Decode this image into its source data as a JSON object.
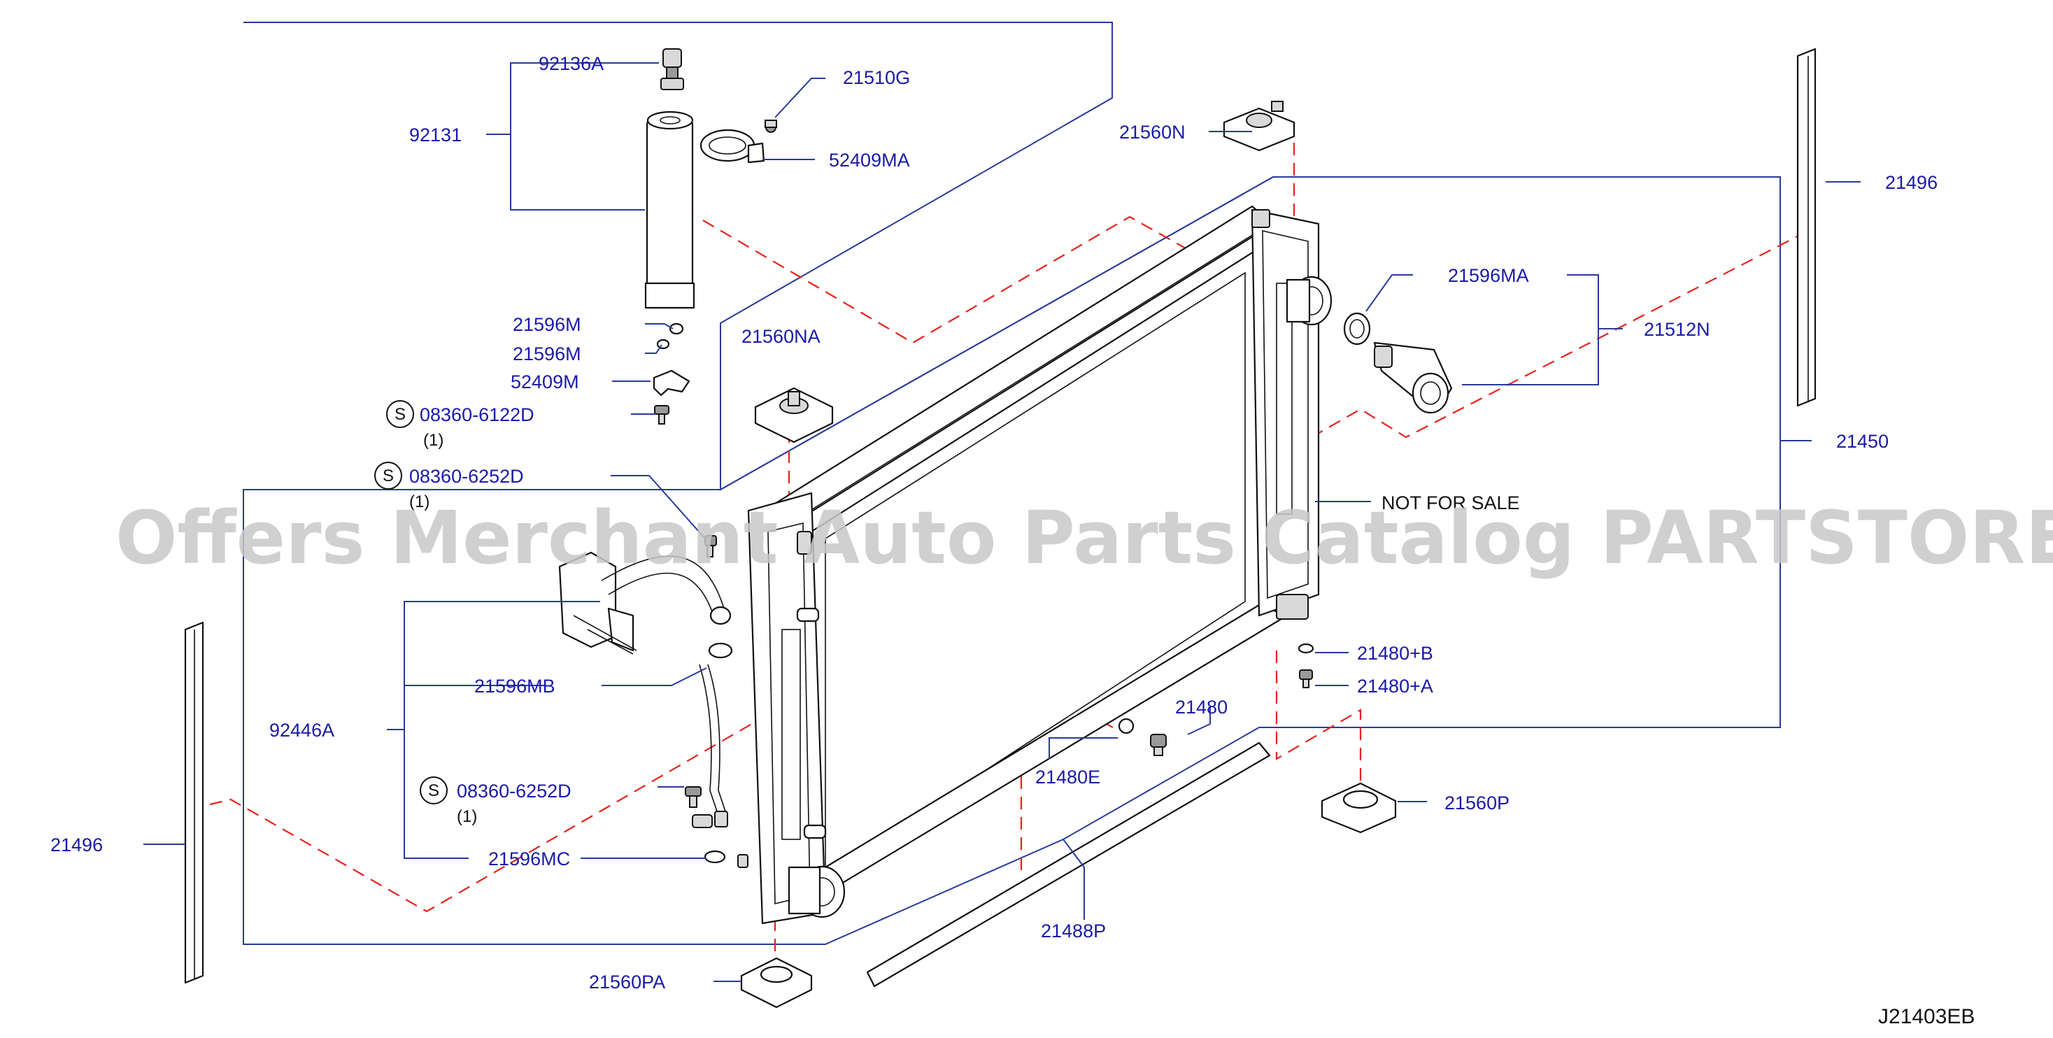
{
  "diagram": {
    "code": "J21403EB",
    "watermark": "Offers Merchant Auto Parts Catalog PARTSTORE.SA",
    "note": "NOT  FOR  SALE",
    "std_symbol": "S",
    "labels": {
      "p92136A": "92136A",
      "p21510G": "21510G",
      "p92131": "92131",
      "p52409MA": "52409MA",
      "p21560N": "21560N",
      "p21496_top": "21496",
      "p21596MA": "21596MA",
      "p21512N": "21512N",
      "p21596M_a": "21596M",
      "p21596M_b": "21596M",
      "p21560NA": "21560NA",
      "p52409M": "52409M",
      "p08360_6122D": "08360-6122D",
      "q08360_6122D": "(1)",
      "p21450": "21450",
      "p08360_6252D_a": "08360-6252D",
      "q08360_6252D_a": "(1)",
      "p21480B": "21480+B",
      "p21480A": "21480+A",
      "p21596MB": "21596MB",
      "p21480": "21480",
      "p92446A": "92446A",
      "p21480E": "21480E",
      "p08360_6252D_b": "08360-6252D",
      "q08360_6252D_b": "(1)",
      "p21560P": "21560P",
      "p21496_left": "21496",
      "p21596MC": "21596MC",
      "p21488P": "21488P",
      "p21560PA": "21560PA"
    }
  }
}
